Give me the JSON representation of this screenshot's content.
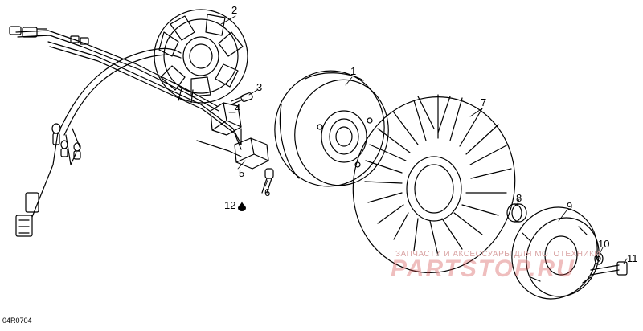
{
  "callouts": {
    "c1": "1",
    "c2": "2",
    "c3": "3",
    "c4": "4",
    "c5": "5",
    "c6": "6",
    "c7": "7",
    "c8": "8",
    "c9": "9",
    "c10": "10",
    "c11": "11",
    "c12": "12"
  },
  "diagram_code": "04R0704",
  "watermark": {
    "caption": "ЗАПЧАСТИ И АКСЕССУАРЫ ДЛЯ МОТОТЕХНИКИ",
    "logo": "PARTSTOP.RU"
  },
  "icons": {
    "drop": "drop-icon"
  }
}
